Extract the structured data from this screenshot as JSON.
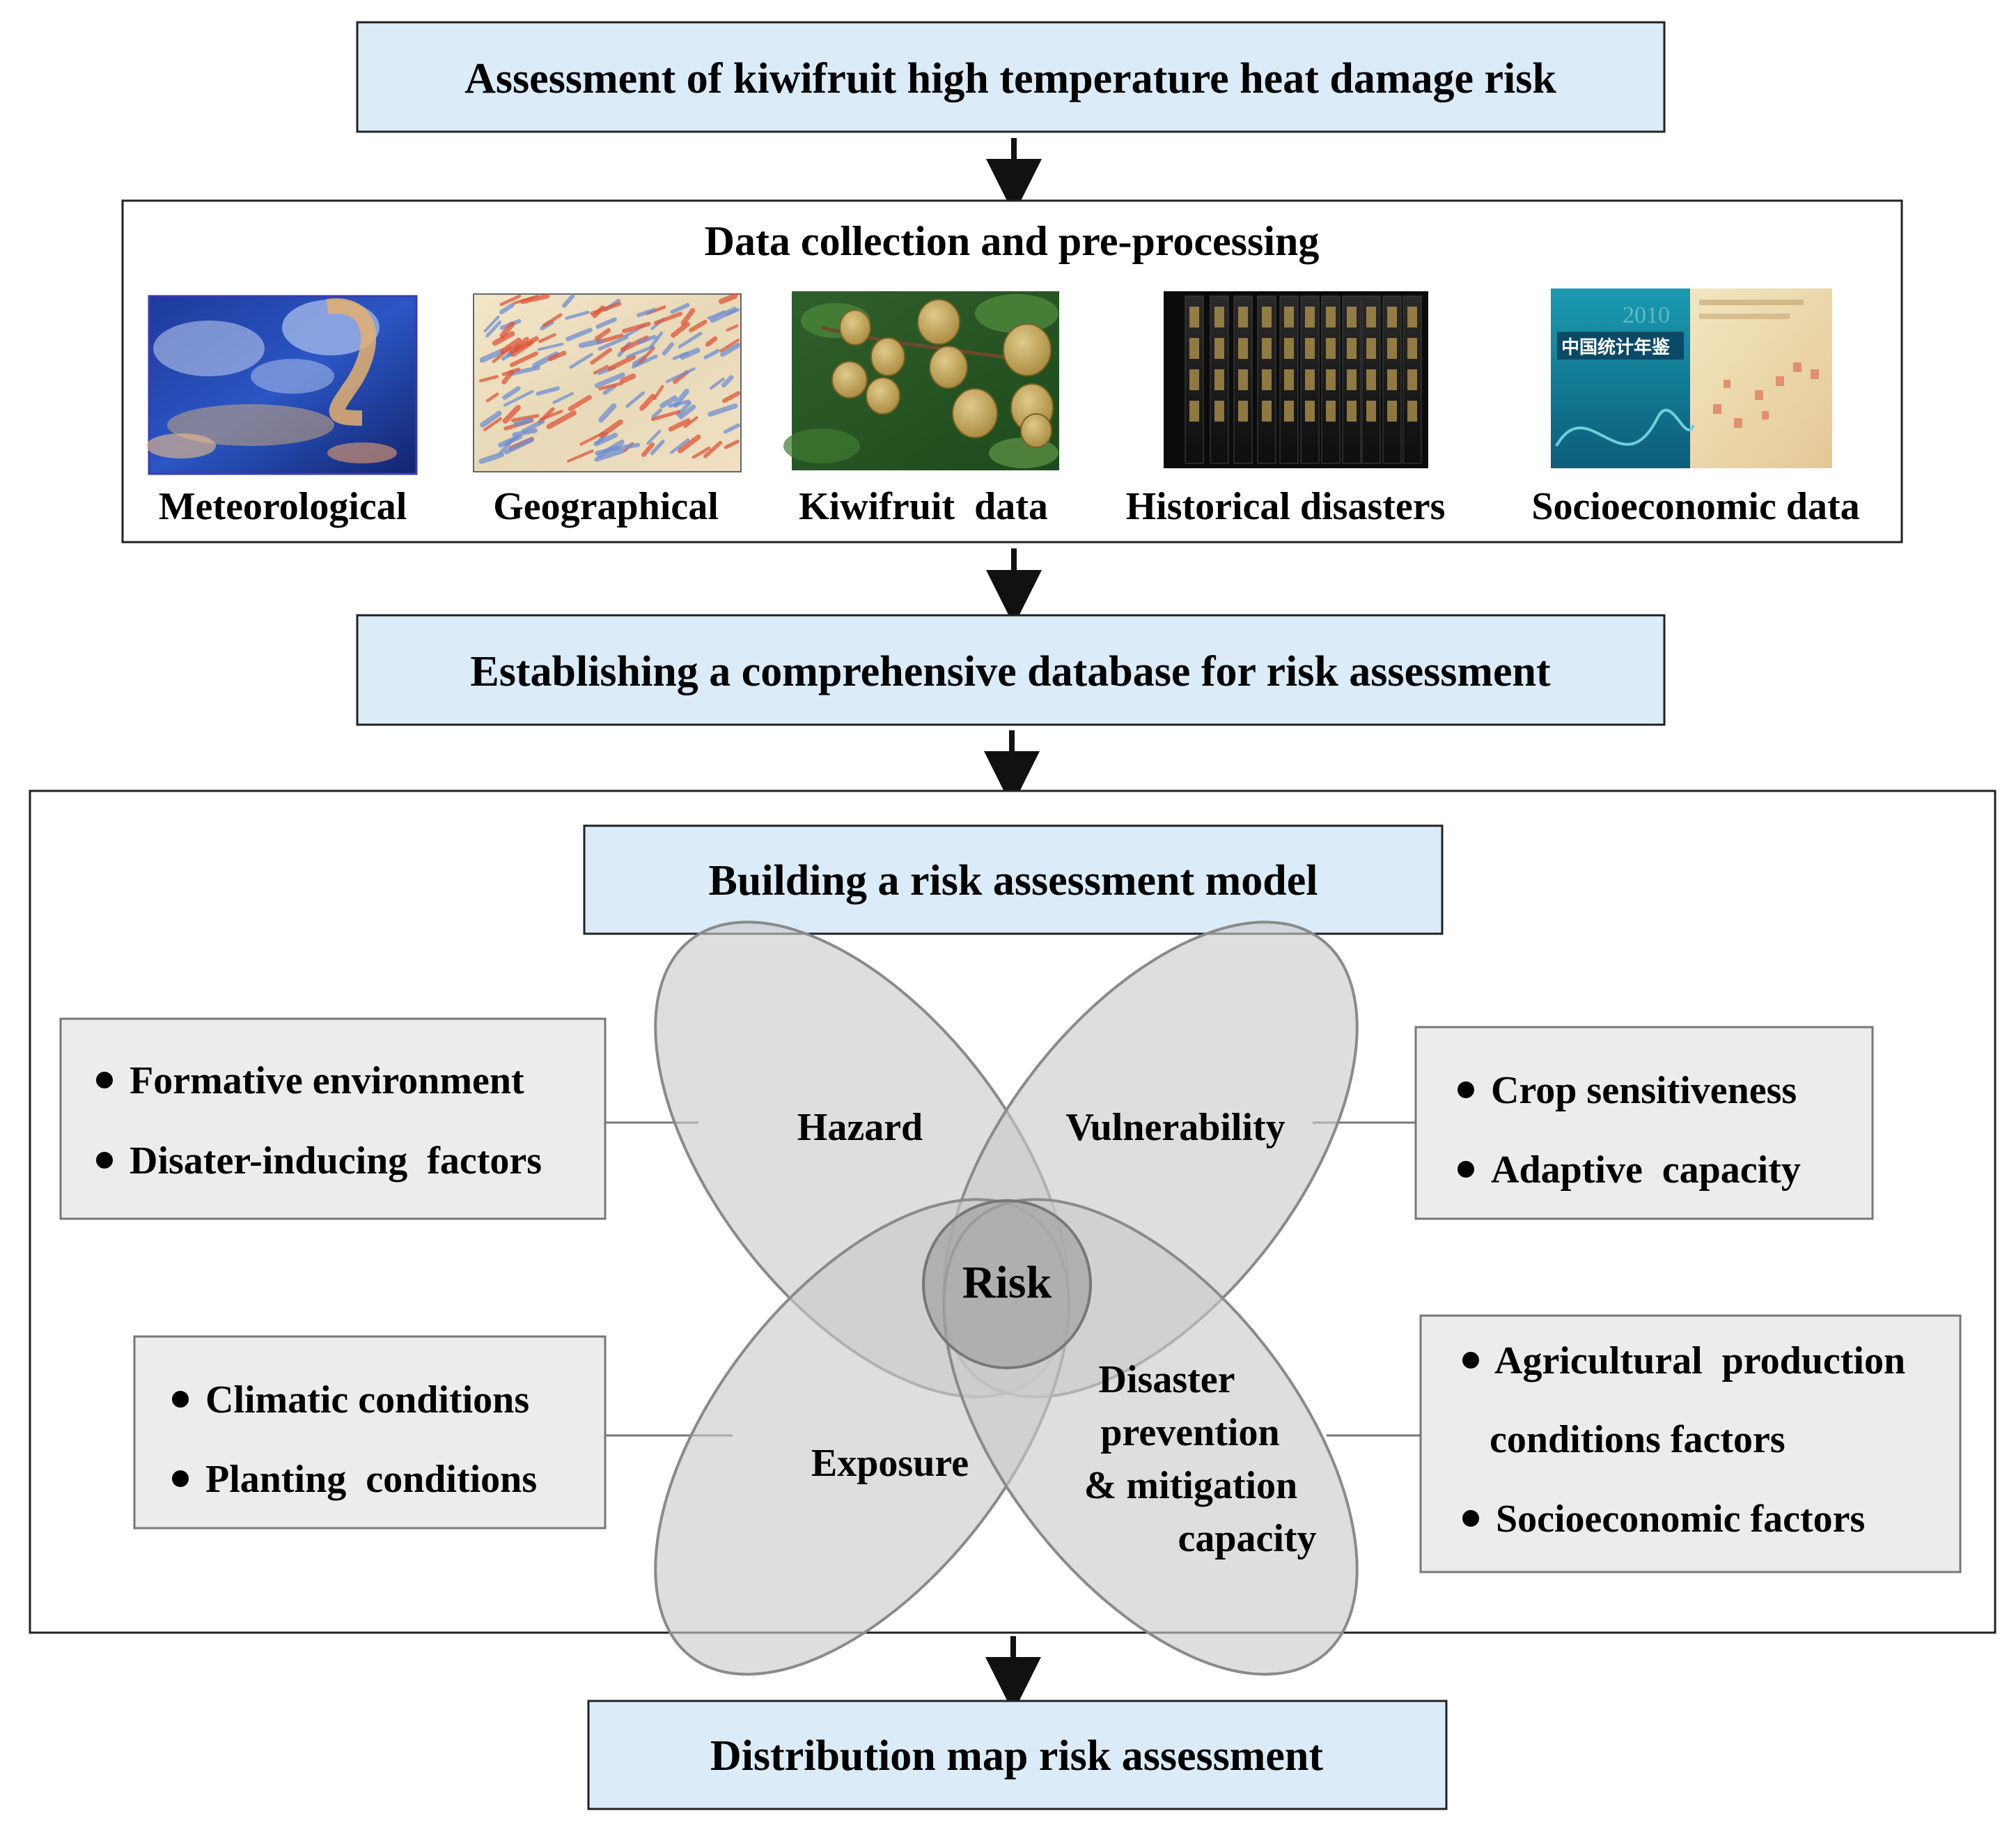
{
  "steps": {
    "title": "Assessment of kiwifruit high temperature heat damage risk",
    "data_collection": "Data collection and pre-processing",
    "database": "Establishing a comprehensive database for risk assessment",
    "model": "Building a risk assessment model",
    "map": "Distribution map risk assessment"
  },
  "sources": [
    {
      "label": "Meteorological",
      "icon": "satellite-cloud-image"
    },
    {
      "label": "Geographical",
      "icon": "terrain-map-image"
    },
    {
      "label": "Kiwifruit  data",
      "icon": "kiwifruit-photo"
    },
    {
      "label": "Historical disasters",
      "icon": "archive-books-photo"
    },
    {
      "label": "Socioeconomic data",
      "icon": "statistical-yearbook-image"
    }
  ],
  "yearbook_text": {
    "year": "2010",
    "title": "中国统计年鉴"
  },
  "model": {
    "center": "Risk",
    "petals": {
      "hazard": [
        "Hazard"
      ],
      "vulnerability": [
        "Vulnerability"
      ],
      "exposure": [
        "Exposure"
      ],
      "capacity": [
        "Disaster",
        "prevention",
        "& mitigation",
        "capacity"
      ]
    },
    "factors": {
      "hazard": [
        "Formative environment",
        "Disater-inducing  factors"
      ],
      "vulnerability": [
        "Crop sensitiveness",
        "Adaptive  capacity"
      ],
      "exposure": [
        "Climatic conditions",
        "Planting  conditions"
      ],
      "capacity": [
        "Agricultural  production",
        "conditions factors",
        "Socioeconomic factors"
      ]
    }
  },
  "colors": {
    "step_fill": "#dbebf7",
    "factor_fill": "#ececec",
    "petal_fill": "#c9c9c9",
    "petal_stroke": "#8a8a8a",
    "risk_fill": "#a3a3a3"
  }
}
